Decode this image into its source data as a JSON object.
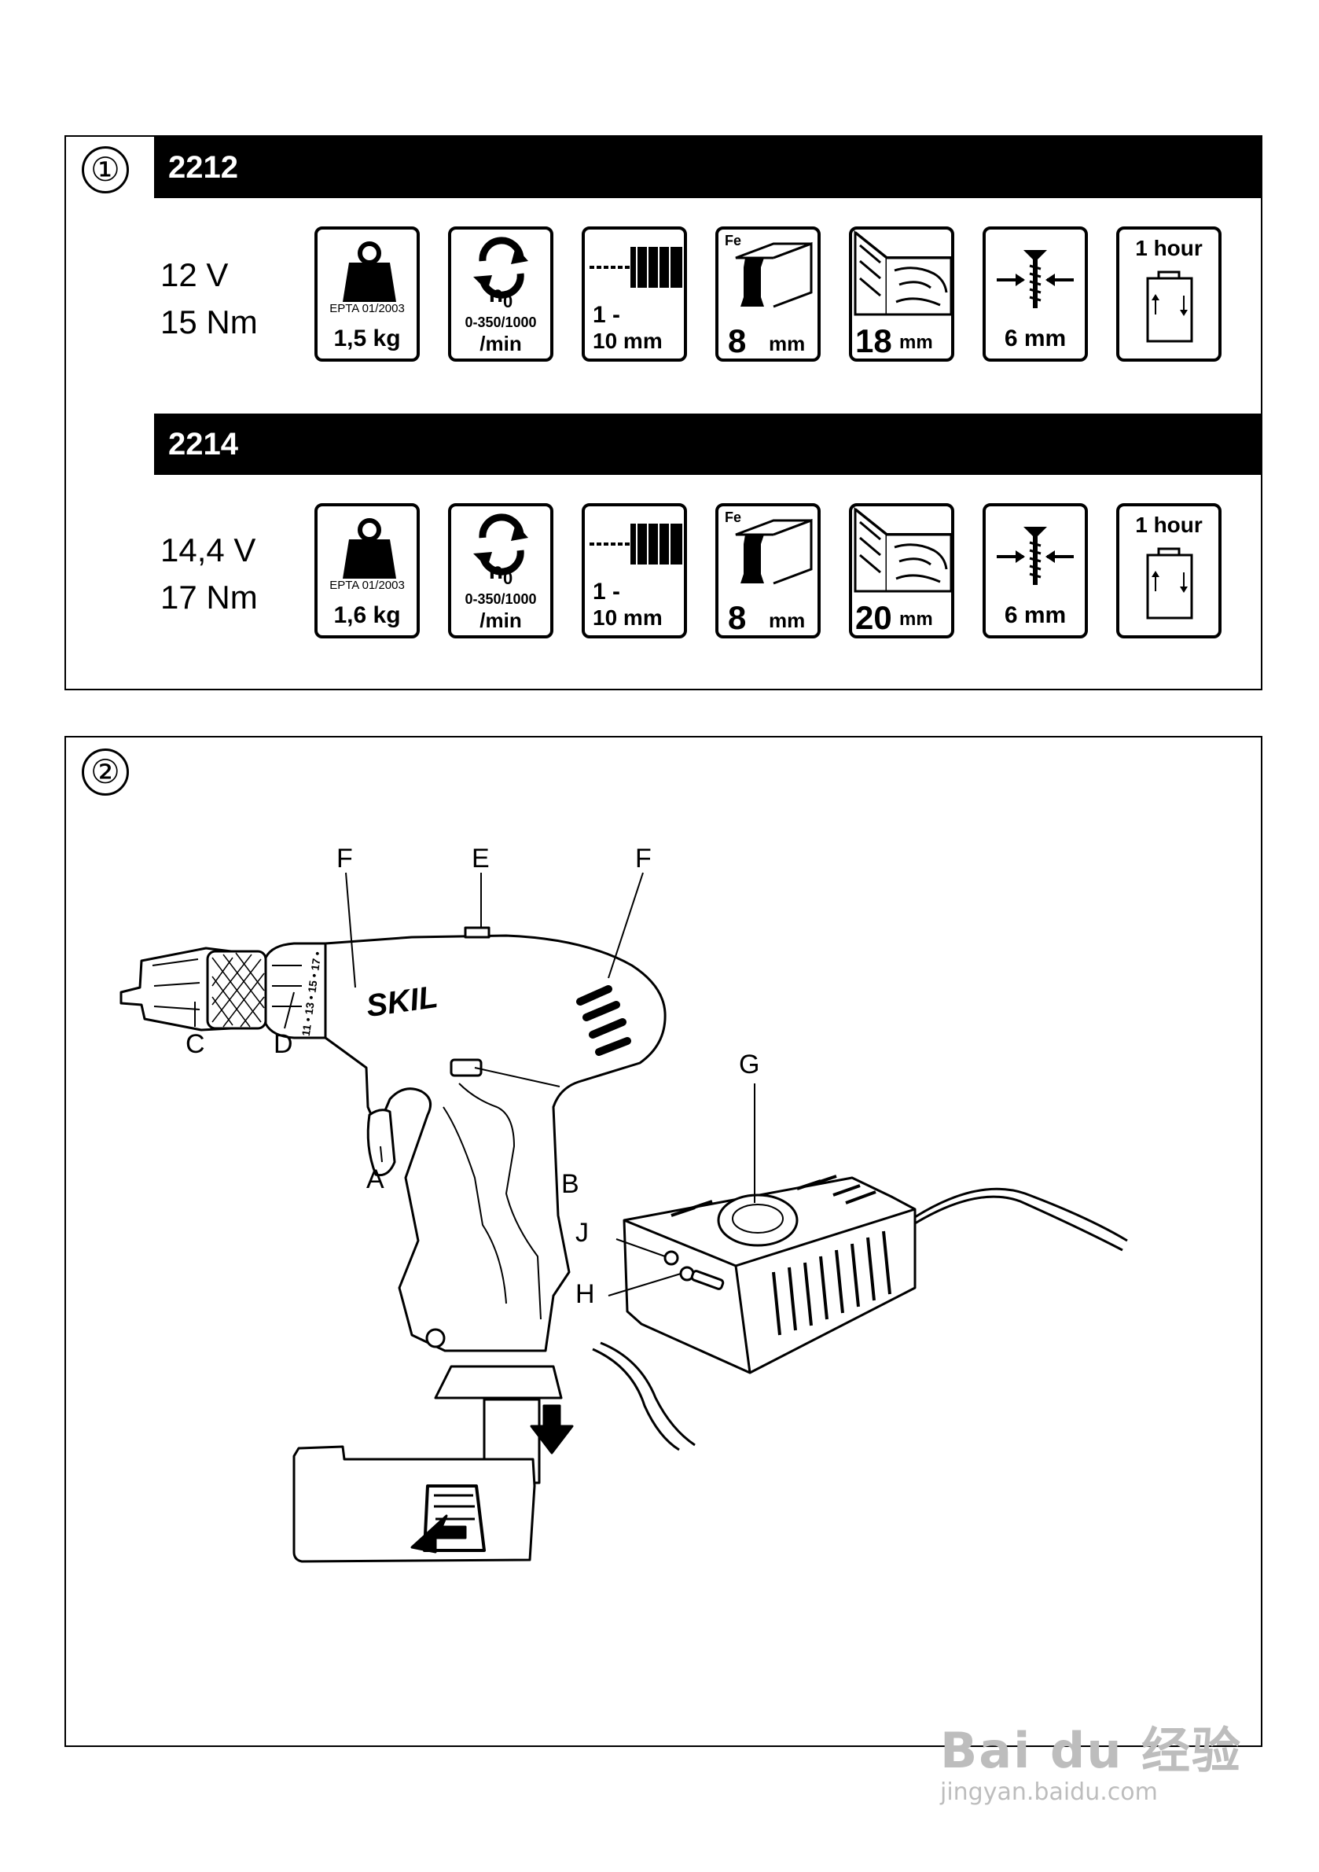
{
  "panel1": {
    "number": "①",
    "models": [
      {
        "model": "2212",
        "voltage": "12 V",
        "torque": "15 Nm",
        "icons": {
          "weight_std": "EPTA 01/2003",
          "weight": "1,5 kg",
          "speed_symbol": "n",
          "speed_sub": "0",
          "speed_range": "0-350/1000",
          "speed_unit": "/min",
          "chuck_line1": "1 -",
          "chuck_line2": "10 mm",
          "steel_label": "Fe",
          "steel_value": "8",
          "steel_unit": "mm",
          "wood_value": "18",
          "wood_unit": "mm",
          "screw": "6 mm",
          "charge": "1 hour"
        }
      },
      {
        "model": "2214",
        "voltage": "14,4 V",
        "torque": "17 Nm",
        "icons": {
          "weight_std": "EPTA 01/2003",
          "weight": "1,6 kg",
          "speed_symbol": "n",
          "speed_sub": "0",
          "speed_range": "0-350/1000",
          "speed_unit": "/min",
          "chuck_line1": "1 -",
          "chuck_line2": "10 mm",
          "steel_label": "Fe",
          "steel_value": "8",
          "steel_unit": "mm",
          "wood_value": "20",
          "wood_unit": "mm",
          "screw": "6 mm",
          "charge": "1 hour"
        }
      }
    ]
  },
  "panel2": {
    "number": "②",
    "brand": "SKIL",
    "clutch_scale": "11 • 13 • 15 • 17 •",
    "callouts": {
      "F_left": "F",
      "E": "E",
      "F_right": "F",
      "C": "C",
      "D": "D",
      "A": "A",
      "B": "B",
      "G": "G",
      "J": "J",
      "H": "H"
    }
  },
  "watermark": {
    "brand": "Bai du 经验",
    "url": "jingyan.baidu.com"
  }
}
